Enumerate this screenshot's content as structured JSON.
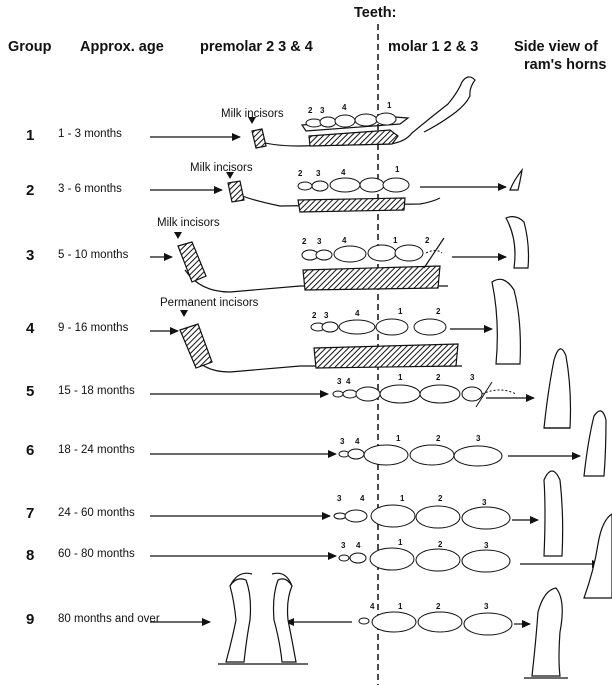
{
  "header": {
    "teeth": "Teeth:",
    "group": "Group",
    "approx_age": "Approx. age",
    "premolar": "premolar  2 3 & 4",
    "molar": "molar  1 2 & 3",
    "side_view_line1": "Side view of",
    "side_view_line2": "ram's horns"
  },
  "rows": [
    {
      "group": "1",
      "age": "1 -  3 months",
      "incisor_label": "Milk incisors"
    },
    {
      "group": "2",
      "age": "3 -  6 months",
      "incisor_label": "Milk incisors"
    },
    {
      "group": "3",
      "age": "5 - 10 months",
      "incisor_label": "Milk incisors"
    },
    {
      "group": "4",
      "age": "9 - 16 months",
      "incisor_label": "Permanent incisors"
    },
    {
      "group": "5",
      "age": "15 - 18 months"
    },
    {
      "group": "6",
      "age": "18 - 24 months"
    },
    {
      "group": "7",
      "age": "24 - 60 months"
    },
    {
      "group": "8",
      "age": "60 - 80 months"
    },
    {
      "group": "9",
      "age": "80 months and over"
    }
  ],
  "tooth_numbers": {
    "premolar": [
      "2",
      "3",
      "4"
    ],
    "molar": [
      "1",
      "2",
      "3"
    ]
  }
}
